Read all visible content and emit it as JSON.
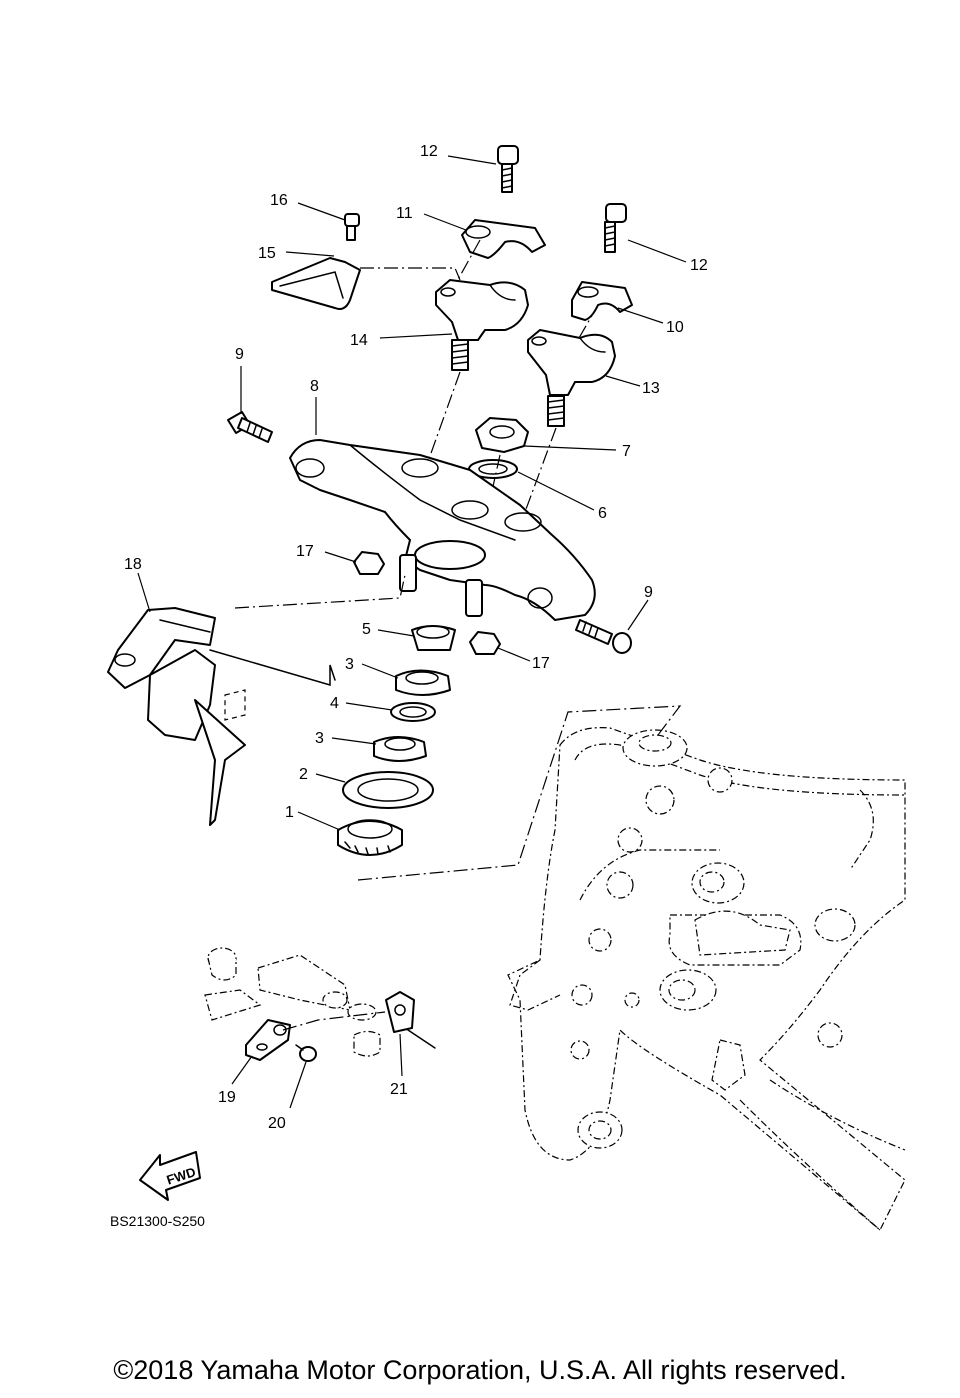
{
  "diagram": {
    "code": "BS21300-S250",
    "copyright": "©2018 Yamaha Motor Corporation, U.S.A. All rights reserved.",
    "fwd_label": "FWD",
    "callouts": [
      "1",
      "2",
      "3",
      "4",
      "5",
      "6",
      "7",
      "8",
      "9",
      "10",
      "11",
      "12",
      "13",
      "14",
      "15",
      "16",
      "17",
      "18",
      "19",
      "20",
      "21"
    ]
  }
}
